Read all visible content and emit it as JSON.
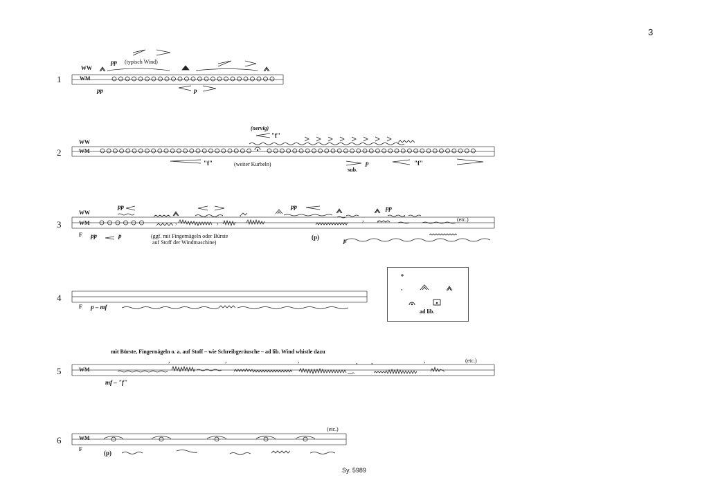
{
  "page_number": "3",
  "rows": [
    {
      "number": "1",
      "labels": [
        "WW",
        "WM"
      ],
      "dynamics": [
        "pp",
        "pp",
        "p"
      ],
      "text": [
        "(typisch Wind)"
      ]
    },
    {
      "number": "2",
      "labels": [
        "WW",
        "WM"
      ],
      "dynamics": [
        "(nervig)",
        "\"f\"",
        "\"f\"",
        "p",
        "sub.",
        "\"f\""
      ],
      "text": [
        "(weiter Kurbeln)"
      ]
    },
    {
      "number": "3",
      "labels": [
        "WW",
        "WM",
        "F"
      ],
      "dynamics": [
        "pp",
        "pp",
        "pp",
        "pp",
        "p",
        "(p)",
        "p"
      ],
      "text": [
        "(etc.)",
        "(ggf. mit Fingernägeln oder Bürste",
        "auf Stoff der Windmaschine)"
      ]
    },
    {
      "number": "4",
      "labels": [
        "F"
      ],
      "dynamics": [
        "p – mf"
      ],
      "text": []
    },
    {
      "number": "5",
      "labels": [
        "WM"
      ],
      "dynamics": [
        "mf – \"f\""
      ],
      "text": [
        "mit Bürste, Fingernägeln o. a. auf Stoff – wie Schreibgeräusche – ad lib. Wind whistle dazu",
        "(etc.)"
      ]
    },
    {
      "number": "6",
      "labels": [
        "WM",
        "F"
      ],
      "dynamics": [
        "(p)"
      ],
      "text": [
        "(etc.)"
      ]
    }
  ],
  "legend_box": {
    "caption": "ad lib."
  },
  "footer": "Sy. 5989"
}
